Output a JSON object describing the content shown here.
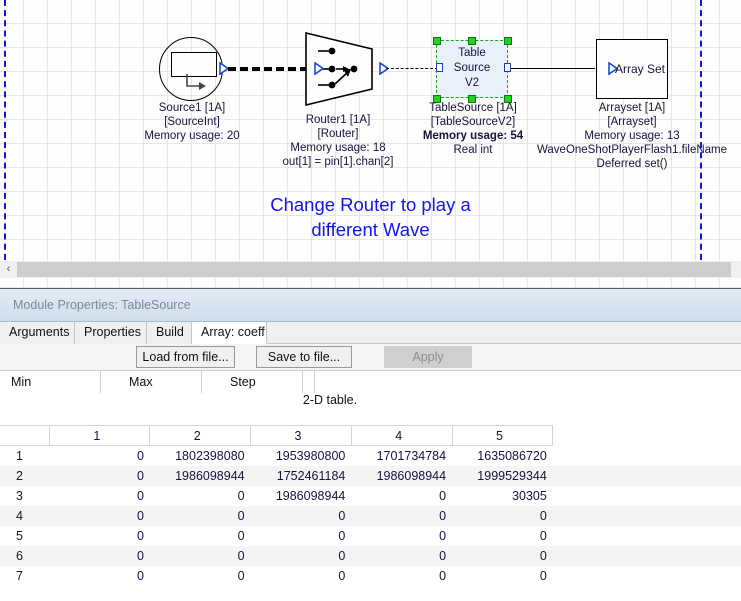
{
  "diagram": {
    "annotation": [
      "Change Router to play a",
      "different Wave"
    ],
    "annotation_color": "#1414ec",
    "blocks": [
      {
        "id": "source1",
        "icon": "signal-source-icon",
        "label_lines": [
          "Source1 [1A]",
          "[SourceInt]",
          "Memory usage: 20"
        ]
      },
      {
        "id": "router1",
        "icon": "router-trapezoid-icon",
        "label_lines": [
          "Router1 [1A]",
          "[Router]",
          "Memory usage: 18",
          "out[1] = pin[1].chan[2]"
        ]
      },
      {
        "id": "tablesource",
        "icon": "table-source-block-icon",
        "block_text": [
          "Table",
          "Source",
          "V2"
        ],
        "selected": true,
        "label_lines": [
          "TableSource [1A]",
          "[TableSourceV2]",
          "Memory usage: 54",
          "Real int"
        ],
        "bold_line_index": 2
      },
      {
        "id": "arrayset",
        "icon": "array-set-block-icon",
        "block_text": [
          "Array Set"
        ],
        "label_lines": [
          "Arrayset [1A]",
          "[Arrayset]",
          "Memory usage: 13",
          "WaveOneShotPlayerFlash1.fileName",
          "Deferred set()"
        ]
      }
    ],
    "scroll_left_glyph": "‹"
  },
  "panel": {
    "title": "Module Properties: TableSource",
    "tabs": [
      {
        "label": "Arguments",
        "active": false
      },
      {
        "label": "Properties",
        "active": false
      },
      {
        "label": "Build",
        "active": false
      },
      {
        "label": "Array: coeff",
        "active": true
      }
    ],
    "buttons": [
      {
        "label": "Load from file...",
        "enabled": true
      },
      {
        "label": "Save to file...",
        "enabled": true
      },
      {
        "label": "Apply",
        "enabled": false
      }
    ],
    "params": [
      {
        "label": "Min",
        "value": ""
      },
      {
        "label": "Max",
        "value": ""
      },
      {
        "label": "Step",
        "value": ""
      }
    ],
    "table_caption": "2-D table."
  },
  "chart_data": {
    "type": "table",
    "title": "2-D table.",
    "columns": [
      "",
      "1",
      "2",
      "3",
      "4",
      "5"
    ],
    "rows": [
      {
        "index": "1",
        "values": [
          "0",
          "1802398080",
          "1953980800",
          "1701734784",
          "1635086720"
        ]
      },
      {
        "index": "2",
        "values": [
          "0",
          "1986098944",
          "1752461184",
          "1986098944",
          "1999529344"
        ]
      },
      {
        "index": "3",
        "values": [
          "0",
          "0",
          "1986098944",
          "0",
          "30305"
        ]
      },
      {
        "index": "4",
        "values": [
          "0",
          "0",
          "0",
          "0",
          "0"
        ]
      },
      {
        "index": "5",
        "values": [
          "0",
          "0",
          "0",
          "0",
          "0"
        ]
      },
      {
        "index": "6",
        "values": [
          "0",
          "0",
          "0",
          "0",
          "0"
        ]
      },
      {
        "index": "7",
        "values": [
          "0",
          "0",
          "0",
          "0",
          "0"
        ]
      }
    ]
  }
}
